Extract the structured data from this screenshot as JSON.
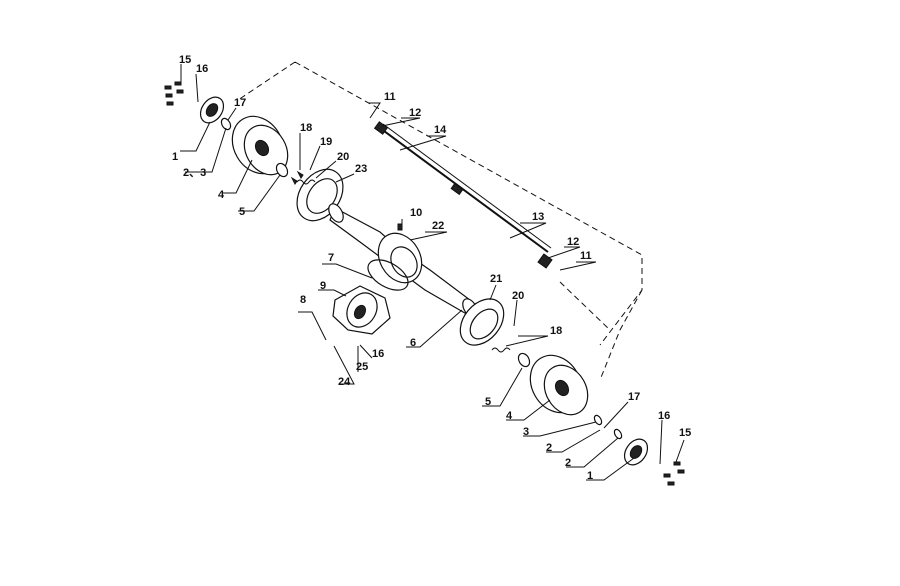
{
  "callouts": {
    "c1a": "1",
    "c23a": "2、3",
    "c4a": "4",
    "c5a": "5",
    "c15a": "15",
    "c16a": "16",
    "c17a": "17",
    "c18a": "18",
    "c19": "19",
    "c20a": "20",
    "c23": "23",
    "c11a": "11",
    "c12a": "12",
    "c14": "14",
    "c10": "10",
    "c22": "22",
    "c7": "7",
    "c13": "13",
    "c12b": "12",
    "c11b": "11",
    "c21": "21",
    "c20b": "20",
    "c18b": "18",
    "c9": "9",
    "c8": "8",
    "c6": "6",
    "c16b": "16",
    "c25": "25",
    "c24": "24",
    "c5b": "5",
    "c4b": "4",
    "c3b": "3",
    "c2b": "2",
    "c2c": "2",
    "c1b": "1",
    "c17b": "17",
    "c16c": "16",
    "c15b": "15"
  }
}
